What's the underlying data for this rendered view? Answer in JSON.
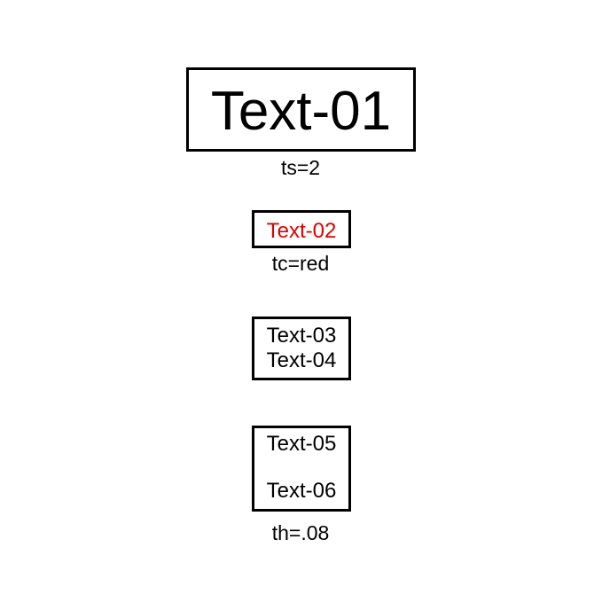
{
  "boxes": [
    {
      "lines": [
        "Text-01"
      ],
      "caption": "ts=2"
    },
    {
      "lines": [
        "Text-02"
      ],
      "caption": "tc=red",
      "text_color": "#e00000"
    },
    {
      "lines": [
        "Text-03",
        "Text-04"
      ]
    },
    {
      "lines": [
        "Text-05",
        "Text-06"
      ],
      "caption": "th=.08"
    }
  ],
  "colors": {
    "border": "#000000",
    "text": "#000000",
    "red_text": "#e00000",
    "background": "#ffffff"
  }
}
